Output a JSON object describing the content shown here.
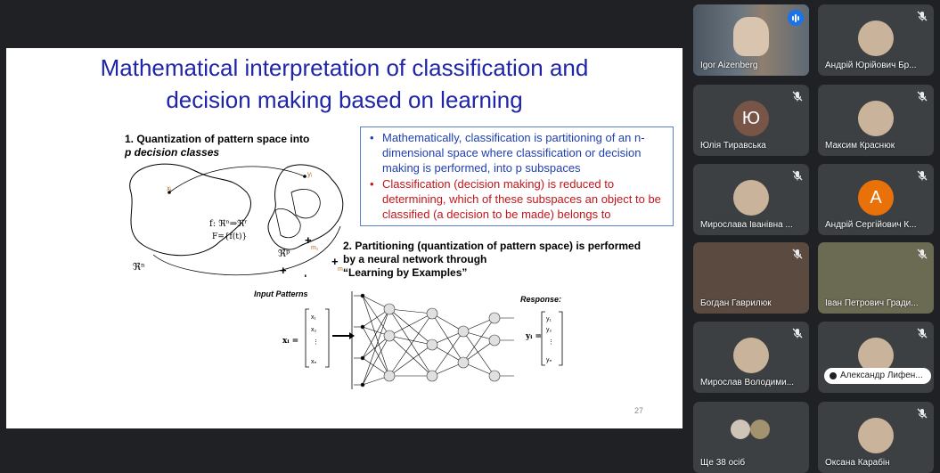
{
  "slide": {
    "title_line1": "Mathematical interpretation of classification and",
    "title_line2": "decision making based on learning",
    "section1_line1": "1. Quantization of pattern space into",
    "section1_line2": "p decision classes",
    "bullet1": "Mathematically, classification is partitioning of an n-dimensional space where classification or decision making is performed, into p subspaces",
    "bullet2": "Classification (decision making) is reduced to determining, which of these subspaces an object to be classified (a decision to be made) belongs to",
    "section2_line1": "2. Partitioning (quantization of pattern space) is performed",
    "section2_line2": "by a neural network through",
    "section2_line3": "“Learning by Examples”",
    "input_patterns_label": "Input Patterns",
    "response_label": "Response:",
    "page_number": "27",
    "diagram_text": {
      "func": "f: ℜⁿ⇒ℜʳ",
      "func2": "F={f(t)}",
      "space": "ℜⁿ",
      "space_p": "ℜᵖ",
      "xi": "xᵢ",
      "yi": "yᵢ",
      "m1": "m₁",
      "m2": "m₂",
      "mp": "mₚ",
      "m": "m",
      "x_vec": "xᵢ =",
      "y_vec": "yᵢ ="
    }
  },
  "colors": {
    "title": "#1f24a8",
    "bullet_blue": "#1f3fb0",
    "bullet_red": "#c0161b",
    "tile_bg": "#3c4043",
    "background": "#202124",
    "active_speaker": "#8ab4f8"
  },
  "participants": [
    {
      "name": "Igor Aizenberg",
      "state": "speaking",
      "icon": "speaking-icon"
    },
    {
      "name": "Андрій Юрійович Бр...",
      "state": "muted",
      "icon": "mic-off-icon"
    },
    {
      "name": "Юлія Тиравська",
      "state": "muted",
      "avatar_letter": "Ю",
      "avatar_color": "#795548",
      "icon": "mic-off-icon"
    },
    {
      "name": "Максим Краснюк",
      "state": "muted",
      "icon": "mic-off-icon"
    },
    {
      "name": "Мирослава Іванівна ...",
      "state": "muted",
      "icon": "mic-off-icon"
    },
    {
      "name": "Андрій Сергійович К...",
      "state": "muted",
      "avatar_letter": "А",
      "avatar_color": "#e8710a",
      "icon": "mic-off-icon"
    },
    {
      "name": "Богдан Гаврилюк",
      "state": "muted",
      "icon": "mic-off-icon"
    },
    {
      "name": "Іван Петрович Гради...",
      "state": "muted",
      "icon": "mic-off-icon"
    },
    {
      "name": "Мирослав Володими...",
      "state": "muted",
      "icon": "mic-off-icon"
    },
    {
      "name": "Александр Лифен...",
      "state": "muted",
      "icon": "mic-off-icon"
    },
    {
      "name": "Ще 38 осіб",
      "state": "group"
    },
    {
      "name": "Оксана Карабін",
      "state": "muted",
      "icon": "mic-off-icon"
    }
  ]
}
